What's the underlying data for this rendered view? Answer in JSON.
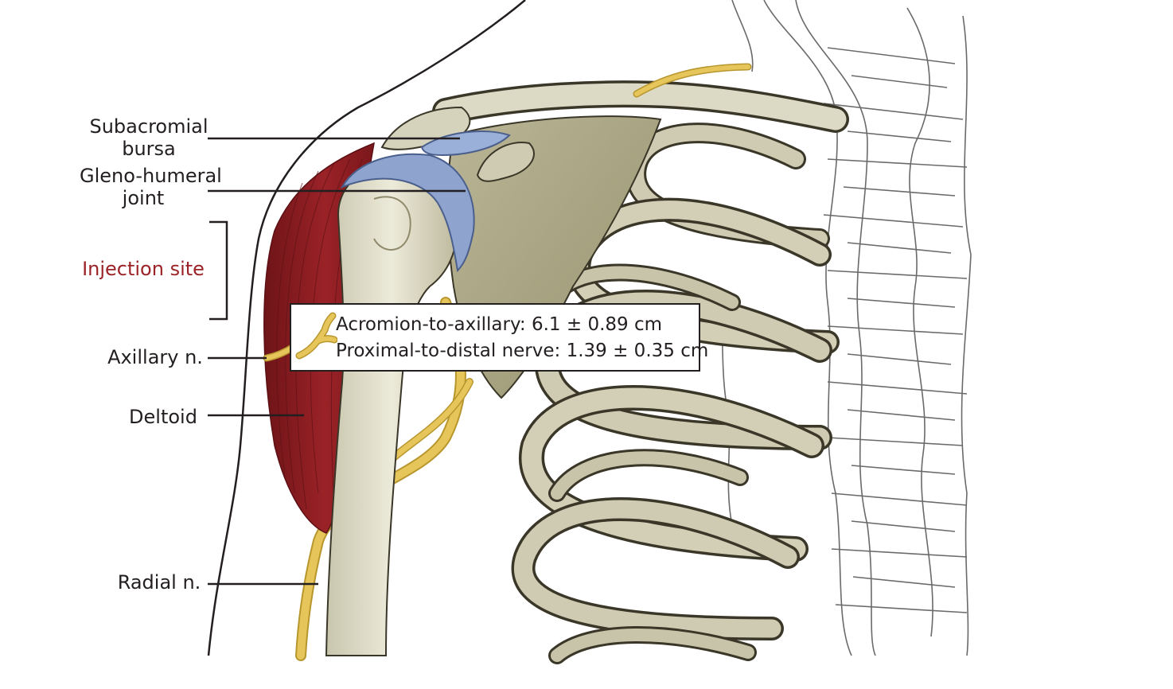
{
  "labels": {
    "subacromial_bursa": [
      "Subacromial",
      "bursa"
    ],
    "gleno_humeral_joint": [
      "Gleno-humeral",
      "joint"
    ],
    "injection_site": "Injection site",
    "axillary_nerve": "Axillary n.",
    "deltoid": "Deltoid",
    "radial_nerve": "Radial n."
  },
  "measurements": {
    "acromion_to_axillary": "Acromion-to-axillary: 6.1 ± 0.89 cm",
    "proximal_to_distal_nerve": "Proximal-to-distal nerve: 1.39 ± 0.35 cm"
  },
  "colors": {
    "muscle": "#8e1f24",
    "bone": "#d9d6c1",
    "cartilage": "#8fa3cf",
    "nerve": "#e6c65a",
    "outline": "#231f20",
    "injection_label": "#9b2226"
  }
}
